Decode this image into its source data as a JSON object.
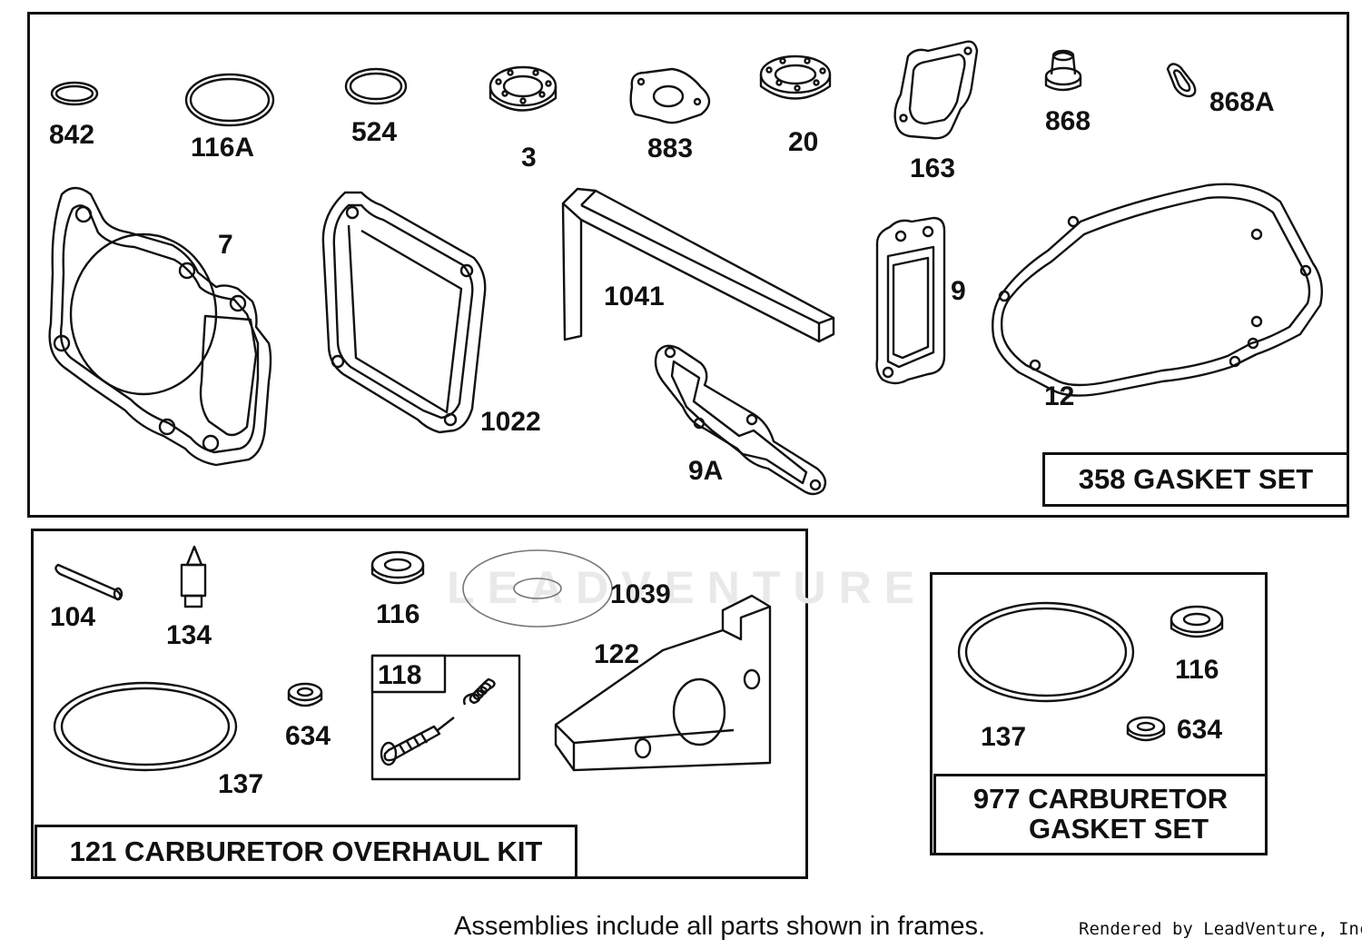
{
  "gasket_set": {
    "title": "358 GASKET SET",
    "parts": [
      "842",
      "116A",
      "524",
      "3",
      "883",
      "20",
      "163",
      "868",
      "868A",
      "7",
      "1022",
      "1041",
      "9",
      "12",
      "9A"
    ]
  },
  "overhaul_kit": {
    "title": "121 CARBURETOR OVERHAUL KIT",
    "parts": [
      "104",
      "134",
      "116",
      "1039",
      "122",
      "137",
      "634"
    ],
    "sub_kit": {
      "title": "118"
    }
  },
  "carb_gasket_set": {
    "title_line1": "977 CARBURETOR",
    "title_line2": "GASKET SET",
    "parts": [
      "116",
      "137",
      "634"
    ]
  },
  "footer": {
    "note": "Assemblies include all parts shown in frames.",
    "credit": "Rendered by LeadVenture, Inc."
  },
  "watermark": "LEADVENTURE"
}
